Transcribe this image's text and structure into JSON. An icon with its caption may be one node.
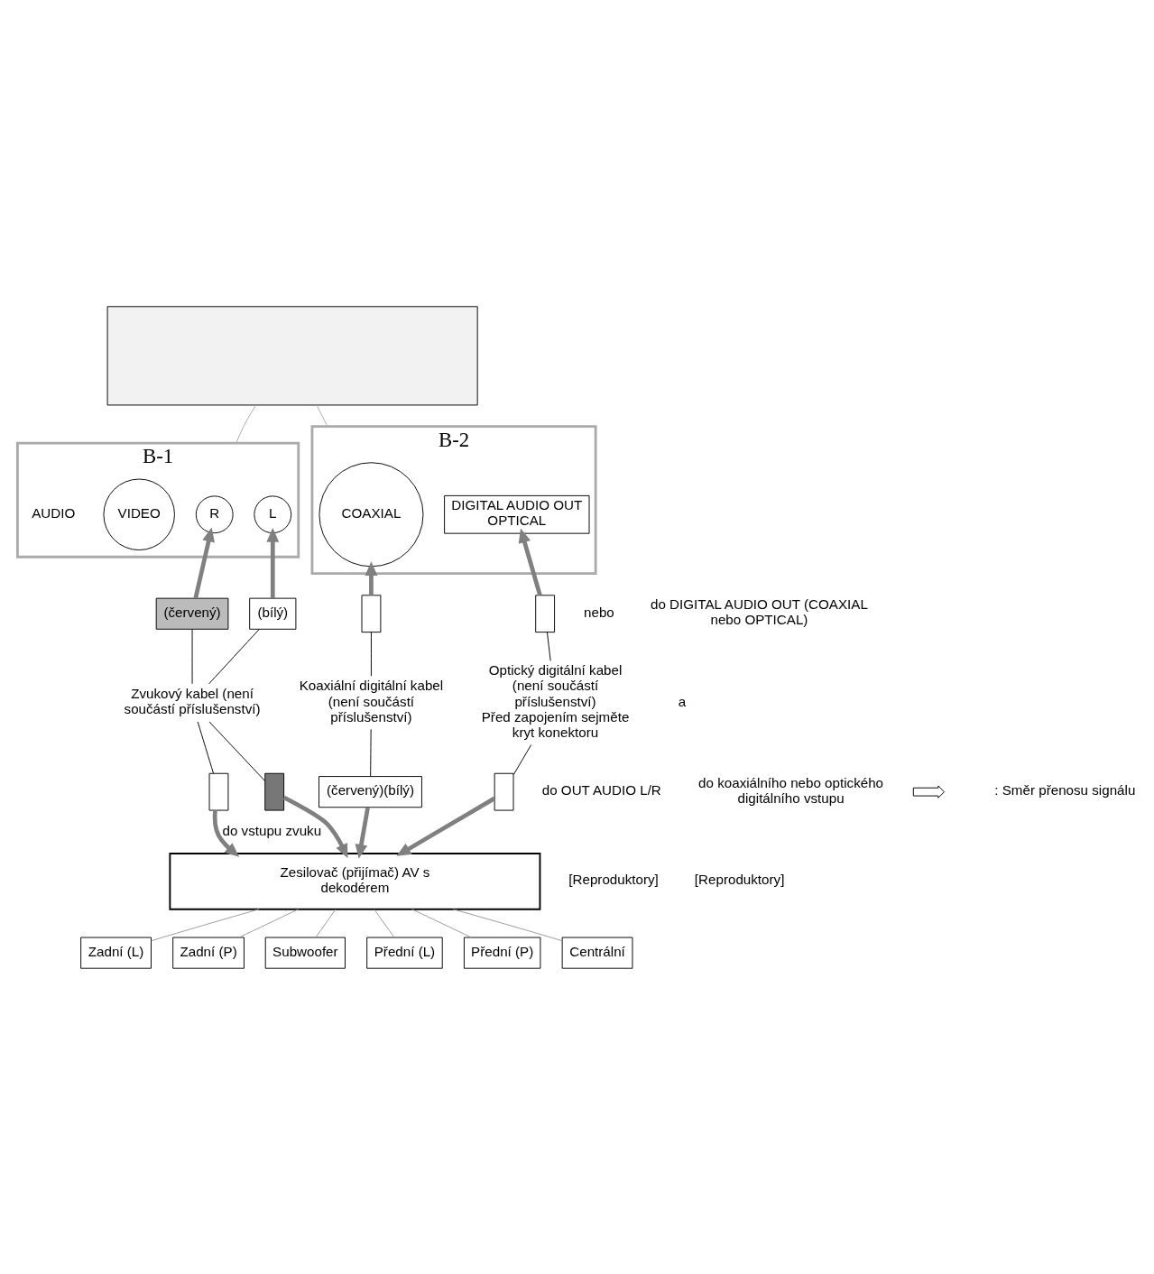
{
  "diagram": {
    "nodes": [
      {
        "text": [],
        "shape": "box"
      },
      {
        "text": [
          "B-1"
        ]
      },
      {
        "text": [
          "R"
        ],
        "in": 1
      },
      {
        "text": [
          "L"
        ],
        "in": 1
      },
      {
        "text": [
          "VIDEO"
        ],
        "in": 1
      },
      {
        "text": [
          "B-2"
        ]
      },
      {
        "text": [
          "COAXIAL"
        ],
        "in": 5
      },
      {
        "text": [
          "DIGITAL AUDIO OUT",
          "OPTICAL"
        ],
        "in": 5
      },
      {
        "text": [
          "(červený)"
        ]
      },
      {
        "text": [
          "(bílý)"
        ]
      },
      {
        "text": [
          "Zvukový kabel (není součástí příslušenství)"
        ]
      },
      {
        "text": [],
        "shape": "box"
      },
      {
        "text": [],
        "shape": "box"
      },
      {
        "text": [],
        "shape": "box"
      },
      {
        "text": [],
        "shape": "box"
      },
      {
        "text": [
          "Koaxiální digitální kabel (není součástí příslušenství)"
        ]
      },
      {
        "text": [
          "Optický digitální kabel (není součástí příslušenství)",
          "Před zapojením sejměte kryt konektoru"
        ]
      },
      {
        "text": [
          "(červený)(bílý)"
        ]
      },
      {
        "text": [],
        "shape": "box"
      },
      {
        "text": [
          "Zesilovač (přijímač) AV s dekodérem"
        ]
      },
      {
        "text": [
          "Zadní (L)"
        ]
      },
      {
        "text": [
          "Zadní (P)"
        ]
      },
      {
        "text": [
          "Subwoofer"
        ]
      },
      {
        "text": [
          "Přední (L)"
        ]
      },
      {
        "text": [
          "Přední (P)"
        ]
      },
      {
        "text": [
          "Centrální"
        ]
      }
    ],
    "edges": [
      {
        "from": 0,
        "to": 1,
        "arrow": "none",
        "color": "#aaaaaa"
      },
      {
        "from": 0,
        "to": 5,
        "arrow": "none",
        "color": "#aaaaaa"
      },
      {
        "from": 8,
        "to": 2,
        "arrow": "to",
        "style": "thick",
        "color": "#808080"
      },
      {
        "from": 9,
        "to": 3,
        "arrow": "to",
        "style": "thick",
        "color": "#808080"
      },
      {
        "from": 10,
        "to": 8,
        "arrow": "none",
        "color": "#000000"
      },
      {
        "from": 10,
        "to": 9,
        "arrow": "none",
        "color": "#000000"
      },
      {
        "from": 10,
        "to": 11,
        "arrow": "none",
        "color": "#000000"
      },
      {
        "from": 10,
        "to": 12,
        "arrow": "none",
        "color": "#000000"
      },
      {
        "from": 13,
        "to": 6,
        "arrow": "to",
        "style": "thick",
        "color": "#808080"
      },
      {
        "from": 14,
        "to": 7,
        "arrow": "to",
        "style": "thick",
        "color": "#808080"
      },
      {
        "from": 13,
        "to": 15,
        "arrow": "none",
        "color": "#000000"
      },
      {
        "from": 15,
        "to": 17,
        "arrow": "none",
        "color": "#000000"
      },
      {
        "from": 14,
        "to": 16,
        "arrow": "none",
        "color": "#000000"
      },
      {
        "from": 16,
        "to": 18,
        "arrow": "none",
        "color": "#000000"
      },
      {
        "from": 11,
        "to": 19,
        "arrow": "to",
        "label": "do vstupu zvuku",
        "style": "thick",
        "color": "#808080"
      },
      {
        "from": 12,
        "to": 19,
        "arrow": "to",
        "style": "thick",
        "color": "#808080"
      },
      {
        "from": 17,
        "to": 19,
        "arrow": "to",
        "style": "thick",
        "color": "#808080"
      },
      {
        "from": 18,
        "to": 19,
        "arrow": "to",
        "style": "thick",
        "color": "#808080"
      },
      {
        "from": 19,
        "to": 20,
        "arrow": "none",
        "color": "#999999"
      },
      {
        "from": 19,
        "to": 21,
        "arrow": "none",
        "color": "#999999"
      },
      {
        "from": 19,
        "to": 22,
        "arrow": "none",
        "color": "#999999"
      },
      {
        "from": 19,
        "to": 23,
        "arrow": "none",
        "color": "#999999"
      },
      {
        "from": 19,
        "to": 24,
        "arrow": "none",
        "color": "#999999"
      },
      {
        "from": 19,
        "to": 25,
        "arrow": "none",
        "color": "#999999"
      }
    ],
    "labels": [
      "AUDIO",
      "do OUT AUDIO L/R",
      "a",
      "nebo",
      "do DIGITAL AUDIO OUT (COAXIAL nebo OPTICAL)",
      "do koaxiálního nebo optického digitálního vstupu",
      "[Reproduktory]",
      "[Reproduktory]"
    ],
    "legend": [
      {
        "text": ": Směr přenosu signálu"
      }
    ]
  }
}
